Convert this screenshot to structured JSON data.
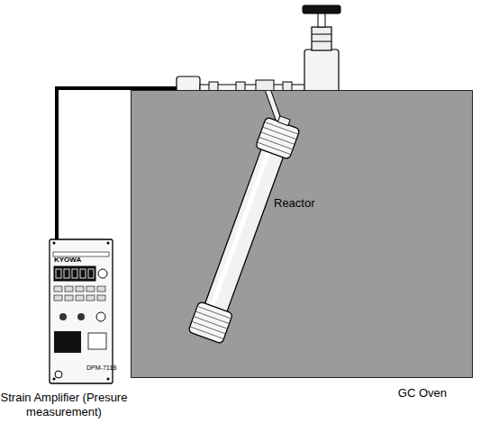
{
  "diagram": {
    "nodes": [
      {
        "text": [
          "GC Oven"
        ]
      },
      {
        "text": [
          "Reactor"
        ],
        "in": 0
      },
      {
        "text": [
          "Strain Amplifier (Presure measurement)"
        ]
      }
    ],
    "labels": [
      "KYOWA",
      "DPM-711B"
    ]
  }
}
